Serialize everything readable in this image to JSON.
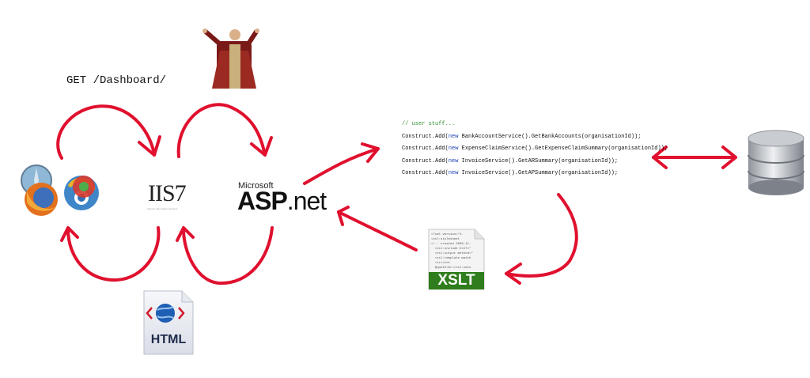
{
  "request": "GET /Dashboard/",
  "iis": {
    "label": "IIS7",
    "subtitle": "Internet Information Services"
  },
  "aspnet": {
    "brand": "Microsoft",
    "name": "ASP",
    "suffix": ".net"
  },
  "code": {
    "comment": "// user stuff...",
    "lines": [
      {
        "pre": "Construct.Add(",
        "kw": "new",
        "post": " BankAccountService().GetBankAccounts(organisationId));"
      },
      {
        "pre": "Construct.Add(",
        "kw": "new",
        "post": " ExpenseClaimService().GetExpenseClaimSummary(organisationId));"
      },
      {
        "pre": "Construct.Add(",
        "kw": "new",
        "post": " InvoiceService().GetARSummary(organisationId));"
      },
      {
        "pre": "Construct.Add(",
        "kw": "new",
        "post": " InvoiceService().GetAPSummary(organisationId));"
      }
    ]
  },
  "xslt": {
    "label": "XSLT",
    "snippet": [
      "<?xml version=\"1.",
      "<xsl:stylesheet",
      "<!-- created 2009-11-",
      "  <xsl:include href=\"",
      "  <xsl:output method=\"",
      "  <xsl:template match",
      "  <tr><td>",
      "  @quote<br><xsl:valu"
    ]
  },
  "html_doc": {
    "label": "HTML"
  },
  "icons": {
    "browsers": "browser-logos-icon",
    "database": "database-icon",
    "wizard": "wizard-figure-icon",
    "html": "html-document-icon",
    "xslt": "xslt-document-icon"
  },
  "colors": {
    "arrow": "#e0102e",
    "code_keyword": "#1a3fb0",
    "code_comment": "#2e8b2e",
    "xslt_band": "#2f7d1c"
  }
}
